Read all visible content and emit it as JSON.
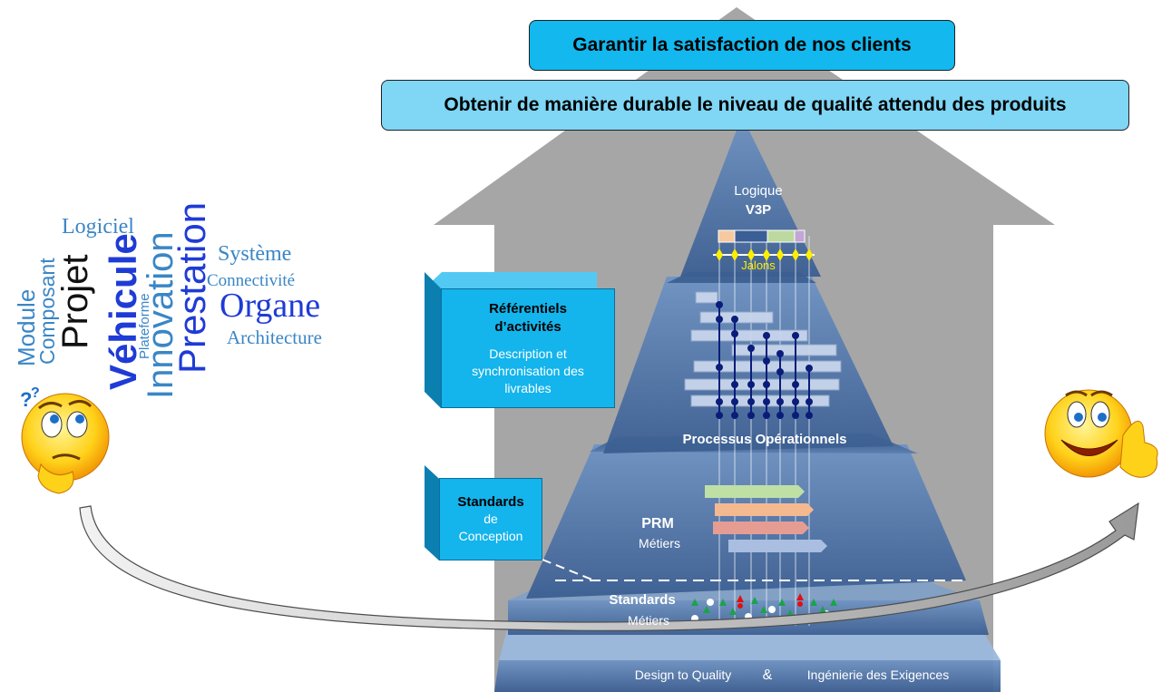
{
  "goals": {
    "top": "Garantir la satisfaction de nos clients",
    "second": "Obtenir de manière durable le niveau de qualité attendu des produits"
  },
  "pyramid": {
    "apex": {
      "line1": "Logique",
      "line2": "V3P",
      "milestones": "Jalons"
    },
    "level2": {
      "label": "Processus Opérationnels"
    },
    "level3": {
      "title": "PRM",
      "subtitle": "Métiers"
    },
    "level4": {
      "title": "Standards",
      "subtitle": "Métiers"
    },
    "base": {
      "left": "Design to Quality",
      "amp": "&",
      "right": "Ingénierie des Exigences"
    }
  },
  "side_boxes": {
    "referentiels": {
      "title_1": "Référentiels",
      "title_2": "d’activités",
      "desc_1": "Description et",
      "desc_2": "synchronisation des",
      "desc_3": "livrables"
    },
    "standards": {
      "title": "Standards",
      "line2": "de",
      "line3": "Conception"
    }
  },
  "word_cloud": {
    "logiciel": "Logiciel",
    "systeme": "Système",
    "connectivite": "Connectivité",
    "organe": "Organe",
    "architecture": "Architecture",
    "module": "Module",
    "composant": "Composant",
    "projet": "Projet",
    "vehicule": "Véhicule",
    "plateforme": "Plateforme",
    "innovation": "Innovation",
    "prestation": "Prestation"
  },
  "colors": {
    "banner_top": "#12b8ee",
    "banner_second": "#7fd6f5",
    "house": "#a6a6a6",
    "pyramid": "#4f74a6",
    "side_box": "#14b4ec",
    "word_blue": "#1f3bd6",
    "word_lightblue": "#3a86c6",
    "milestones": "#ffee00"
  }
}
